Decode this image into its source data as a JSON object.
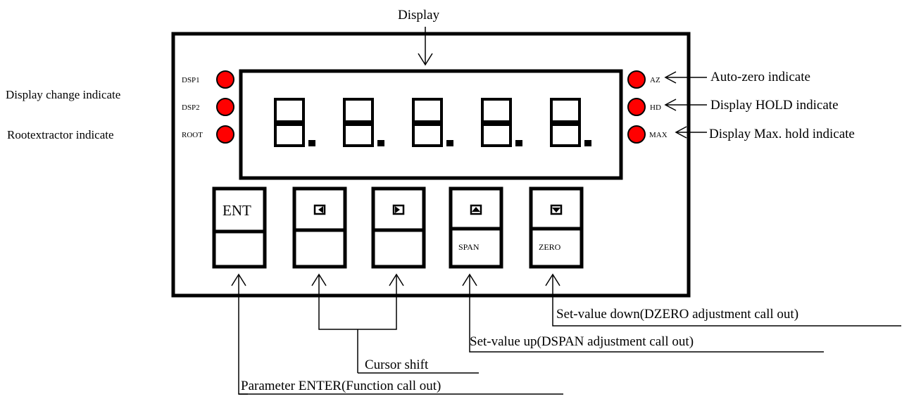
{
  "labels": {
    "display": "Display",
    "display_change": "Display change indicate",
    "root_extractor": "Rootextractor indicate",
    "auto_zero": "Auto-zero indicate",
    "display_hold": "Display HOLD indicate",
    "display_max_hold": "Display Max. hold indicate",
    "cursor_shift": "Cursor shift",
    "parameter_enter": "Parameter ENTER(Function call out)",
    "set_value_up": "Set-value up(DSPAN adjustment call out)",
    "set_value_down": "Set-value down(DZERO adjustment call out)"
  },
  "indicators": {
    "left": [
      "DSP1",
      "DSP2",
      "ROOT"
    ],
    "right": [
      "AZ",
      "HD",
      "MAX"
    ],
    "led_color": "#ff0000"
  },
  "display": {
    "digits": [
      "8.",
      "8.",
      "8.",
      "8.",
      "8."
    ]
  },
  "buttons": {
    "ent_label": "ENT",
    "span_label": "SPAN",
    "zero_label": "ZERO"
  }
}
